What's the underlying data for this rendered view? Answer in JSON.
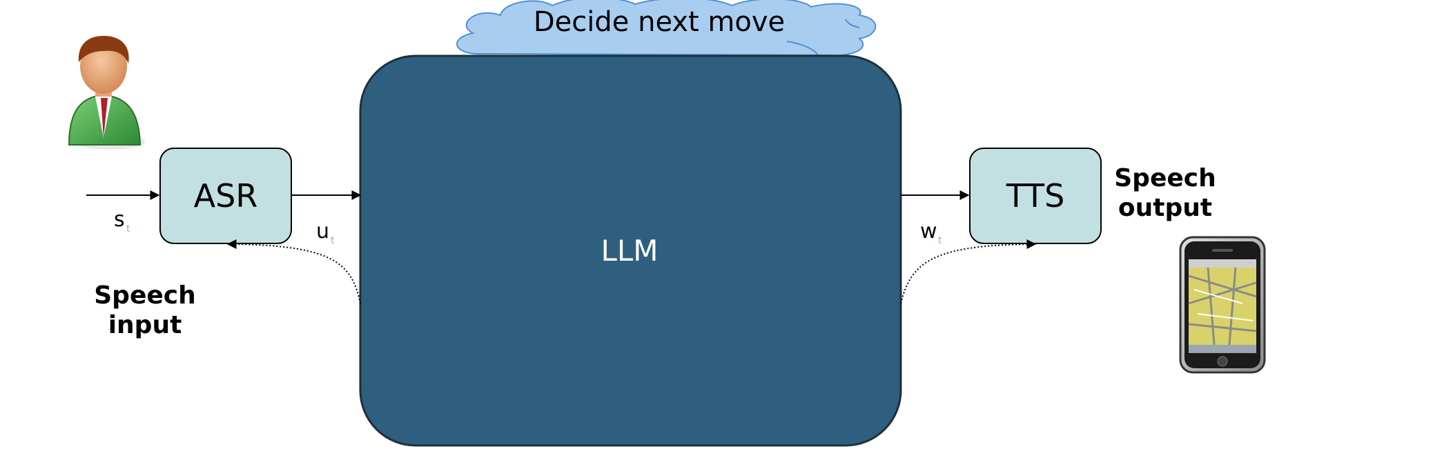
{
  "cloud": {
    "label": "Decide next move"
  },
  "llm": {
    "label": "LLM"
  },
  "asr": {
    "label": "ASR"
  },
  "tts": {
    "label": "TTS"
  },
  "signals": {
    "s": "s",
    "u": "u",
    "w": "w",
    "subscript": "t"
  },
  "captions": {
    "speech_input_line1": "Speech",
    "speech_input_line2": "input",
    "speech_output_line1": "Speech",
    "speech_output_line2": "output"
  },
  "colors": {
    "llm_fill": "#2e5f7e",
    "module_fill": "#c2e0e2",
    "cloud_fill": "#a9cdef",
    "cloud_stroke": "#4f8fd6"
  },
  "icons": {
    "user": "user-person-icon",
    "phone": "smartphone-icon"
  }
}
